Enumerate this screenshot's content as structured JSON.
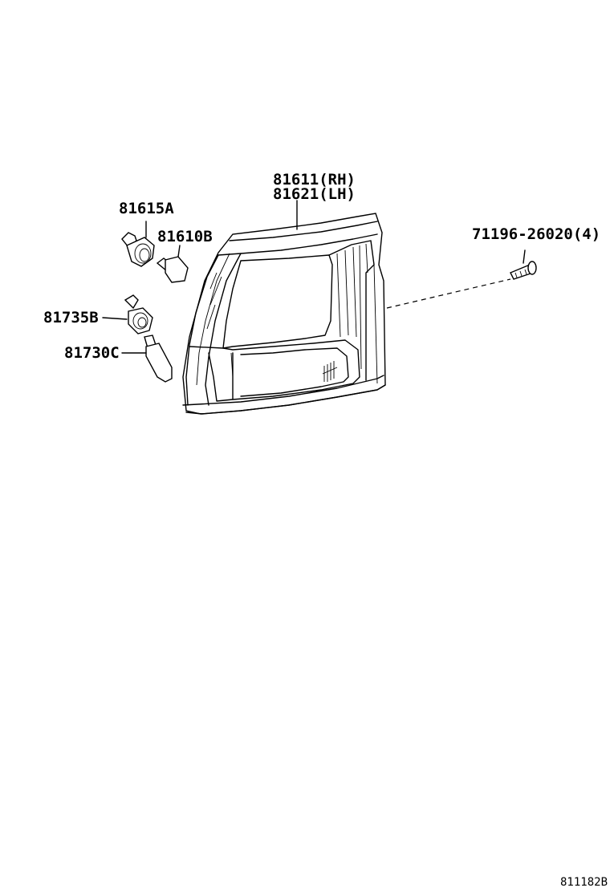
{
  "labels": {
    "lens_rh": "81611(RH)",
    "lens_lh": "81621(LH)",
    "socket_a": "81615A",
    "bulb_b": "81610B",
    "socket_b": "81735B",
    "bulb_c": "81730C",
    "screw": "71196-26020(4)",
    "figure_id": "811182B"
  }
}
